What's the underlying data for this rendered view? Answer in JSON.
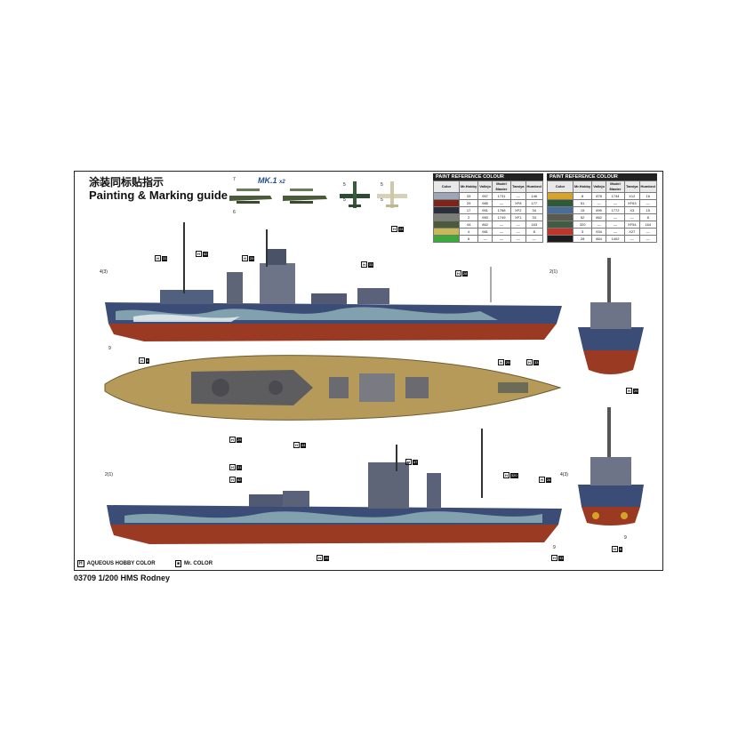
{
  "header": {
    "title_cn": "涂装同标贴指示",
    "title_en": "Painting & Marking guide",
    "aircraft_label": "MK.1",
    "aircraft_qty": "x2"
  },
  "footer": {
    "model": "03709 1/200 HMS Rodney",
    "legend_h": "H",
    "legend_h_text": "AQUEOUS HOBBY COLOR",
    "legend_m_text": "Mr. COLOR"
  },
  "aircraft_numbers": [
    "7",
    "6",
    "5",
    "5",
    "5",
    "5"
  ],
  "paint_left": {
    "caption": "PAINT REFERENCE COLOUR",
    "headers": [
      "Color",
      "Mr.Hobby",
      "Vallejo",
      "Model Master",
      "Tamiya",
      "Humbrol"
    ],
    "rows": [
      {
        "color": "#9ba7b8",
        "hobby": "33",
        "vallejo": "957",
        "mm": "1731",
        "tamiya": "—",
        "humbrol": "146"
      },
      {
        "color": "#7e2418",
        "hobby": "29",
        "vallejo": "985",
        "mm": "—",
        "tamiya": "XF8",
        "humbrol": "177"
      },
      {
        "color": "#2b2f3a",
        "hobby": "17",
        "vallejo": "951",
        "mm": "1768",
        "tamiya": "XF2",
        "humbrol": "34"
      },
      {
        "color": "#7d7d78",
        "hobby": "2",
        "vallejo": "950",
        "mm": "1749",
        "tamiya": "XF1",
        "humbrol": "33"
      },
      {
        "color": "#4a5a3a",
        "hobby": "44",
        "vallejo": "862",
        "mm": "—",
        "tamiya": "—",
        "humbrol": "163"
      },
      {
        "color": "#c7b85a",
        "hobby": "4",
        "vallejo": "981",
        "mm": "—",
        "tamiya": "—",
        "humbrol": "8"
      },
      {
        "color": "#3aaa3a",
        "hobby": "6",
        "vallejo": "—",
        "mm": "—",
        "tamiya": "—",
        "humbrol": "—"
      }
    ]
  },
  "paint_right": {
    "caption": "PAINT REFERENCE COLOUR",
    "headers": [
      "Color",
      "Mr.Hobby",
      "Vallejo",
      "Model Master",
      "Tamiya",
      "Humbrol"
    ],
    "rows": [
      {
        "color": "#d8a228",
        "hobby": "8",
        "vallejo": "878",
        "mm": "1744",
        "tamiya": "X12",
        "humbrol": "16"
      },
      {
        "color": "#2f5a3a",
        "hobby": "51",
        "vallejo": "—",
        "mm": "—",
        "tamiya": "XF63",
        "humbrol": "—"
      },
      {
        "color": "#4b6d9a",
        "hobby": "15",
        "vallejo": "899",
        "mm": "1772",
        "tamiya": "X3",
        "humbrol": "15"
      },
      {
        "color": "#5a5a4f",
        "hobby": "52",
        "vallejo": "862",
        "mm": "—",
        "tamiya": "—",
        "humbrol": "8"
      },
      {
        "color": "#3f5c44",
        "hobby": "320",
        "vallejo": "—",
        "mm": "—",
        "tamiya": "XF54",
        "humbrol": "164"
      },
      {
        "color": "#c0342a",
        "hobby": "3",
        "vallejo": "934",
        "mm": "—",
        "tamiya": "X27",
        "humbrol": "—"
      },
      {
        "color": "#1d1d1d",
        "hobby": "28",
        "vallejo": "864",
        "mm": "1402",
        "tamiya": "—",
        "humbrol": "—"
      }
    ]
  },
  "callouts": [
    {
      "id": "c1",
      "h": "H",
      "n": "33",
      "m": "H"
    },
    {
      "id": "c2",
      "h": "H",
      "n": "82",
      "m": "H"
    },
    {
      "id": "c3",
      "h": "H",
      "n": "29",
      "m": "H"
    },
    {
      "id": "c4",
      "h": "H",
      "n": "33",
      "m": "H"
    },
    {
      "id": "c5",
      "h": "H",
      "n": "8",
      "m": "H"
    },
    {
      "id": "c6",
      "h": "H",
      "n": "29",
      "m": "H"
    },
    {
      "id": "c7",
      "h": "H",
      "n": "44",
      "m": "H"
    },
    {
      "id": "c8",
      "h": "H",
      "n": "29",
      "m": "H"
    },
    {
      "id": "c9",
      "h": "H",
      "n": "33",
      "m": "H"
    },
    {
      "id": "c10",
      "h": "H",
      "n": "29",
      "m": "H"
    },
    {
      "id": "c11",
      "h": "H",
      "n": "8",
      "m": "H"
    },
    {
      "id": "c12",
      "h": "H",
      "n": "33",
      "m": "H"
    },
    {
      "id": "c13",
      "h": "H",
      "n": "29",
      "m": "H"
    },
    {
      "id": "c14",
      "h": "H",
      "n": "28",
      "m": "H"
    },
    {
      "id": "c15",
      "h": "H",
      "n": "47",
      "m": "H"
    },
    {
      "id": "c16",
      "h": "H",
      "n": "82",
      "m": "H"
    },
    {
      "id": "c17",
      "h": "H",
      "n": "31",
      "m": "H"
    },
    {
      "id": "c18",
      "h": "H",
      "n": "320",
      "m": "H"
    },
    {
      "id": "c19",
      "h": "H",
      "n": "24",
      "m": "H"
    },
    {
      "id": "c20",
      "h": "H",
      "n": "26",
      "m": "H"
    }
  ],
  "labels": {
    "l1": "4(3)",
    "l2": "2(1)",
    "l3": "9",
    "l4": "2(1)",
    "l5": "4(3)",
    "l6": "9",
    "l7": "9"
  }
}
